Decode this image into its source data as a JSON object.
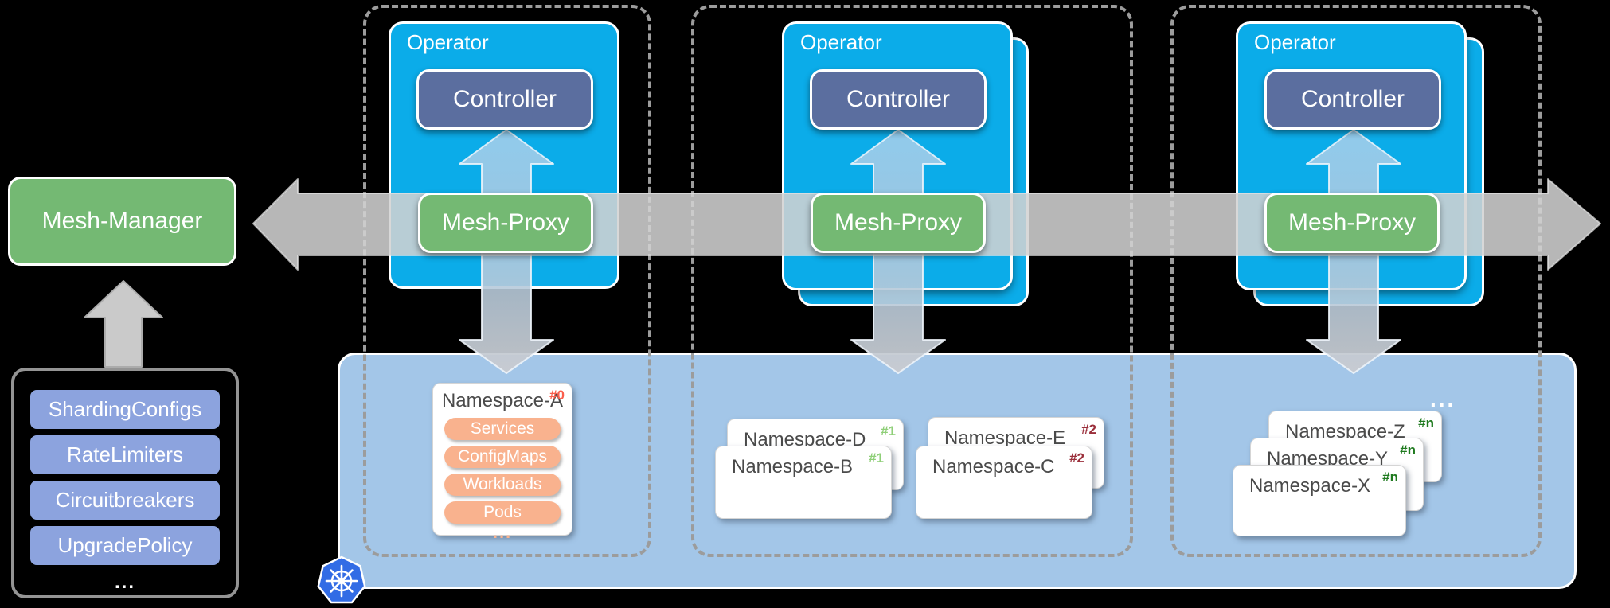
{
  "mesh_manager": {
    "label": "Mesh-Manager"
  },
  "config_store": {
    "items": [
      "ShardingConfigs",
      "RateLimiters",
      "Circuitbreakers",
      "UpgradePolicy"
    ],
    "more": "..."
  },
  "operators": [
    {
      "label": "Operator",
      "controller": "Controller",
      "proxy": "Mesh-Proxy"
    },
    {
      "label": "Operator",
      "controller": "Controller",
      "proxy": "Mesh-Proxy"
    },
    {
      "label": "Operator",
      "controller": "Controller",
      "proxy": "Mesh-Proxy"
    }
  ],
  "cluster": {
    "k8s_icon": "kubernetes-logo",
    "namespace_a": {
      "name": "Namespace-A",
      "badge": "#0",
      "badge_color": "#FA5F4D",
      "resources": [
        "Services",
        "ConfigMaps",
        "Workloads",
        "Pods"
      ],
      "more": "..."
    },
    "group_middle": [
      {
        "name": "Namespace-D",
        "badge": "#1",
        "badge_color": "#8FCF78"
      },
      {
        "name": "Namespace-B",
        "badge": "#1",
        "badge_color": "#8FCF78"
      },
      {
        "name": "Namespace-E",
        "badge": "#2",
        "badge_color": "#9B2F3B"
      },
      {
        "name": "Namespace-C",
        "badge": "#2",
        "badge_color": "#9B2F3B"
      }
    ],
    "group_right": {
      "more": "...",
      "cards": [
        {
          "name": "Namespace-Z",
          "badge": "#n",
          "badge_color": "#1F7A1F"
        },
        {
          "name": "Namespace-Y",
          "badge": "#n",
          "badge_color": "#1F7A1F"
        },
        {
          "name": "Namespace-X",
          "badge": "#n",
          "badge_color": "#1F7A1F"
        }
      ]
    }
  },
  "colors": {
    "operator_blue": "#0BACE9",
    "slate": "#5B6E9F",
    "green": "#74B973",
    "periwinkle": "#8CA3DE",
    "cluster_blue": "#A3C6E8",
    "chip_salmon": "#F9B28E",
    "k8s_blue": "#326CE5",
    "arrow_gray": "#C9C9C9"
  }
}
